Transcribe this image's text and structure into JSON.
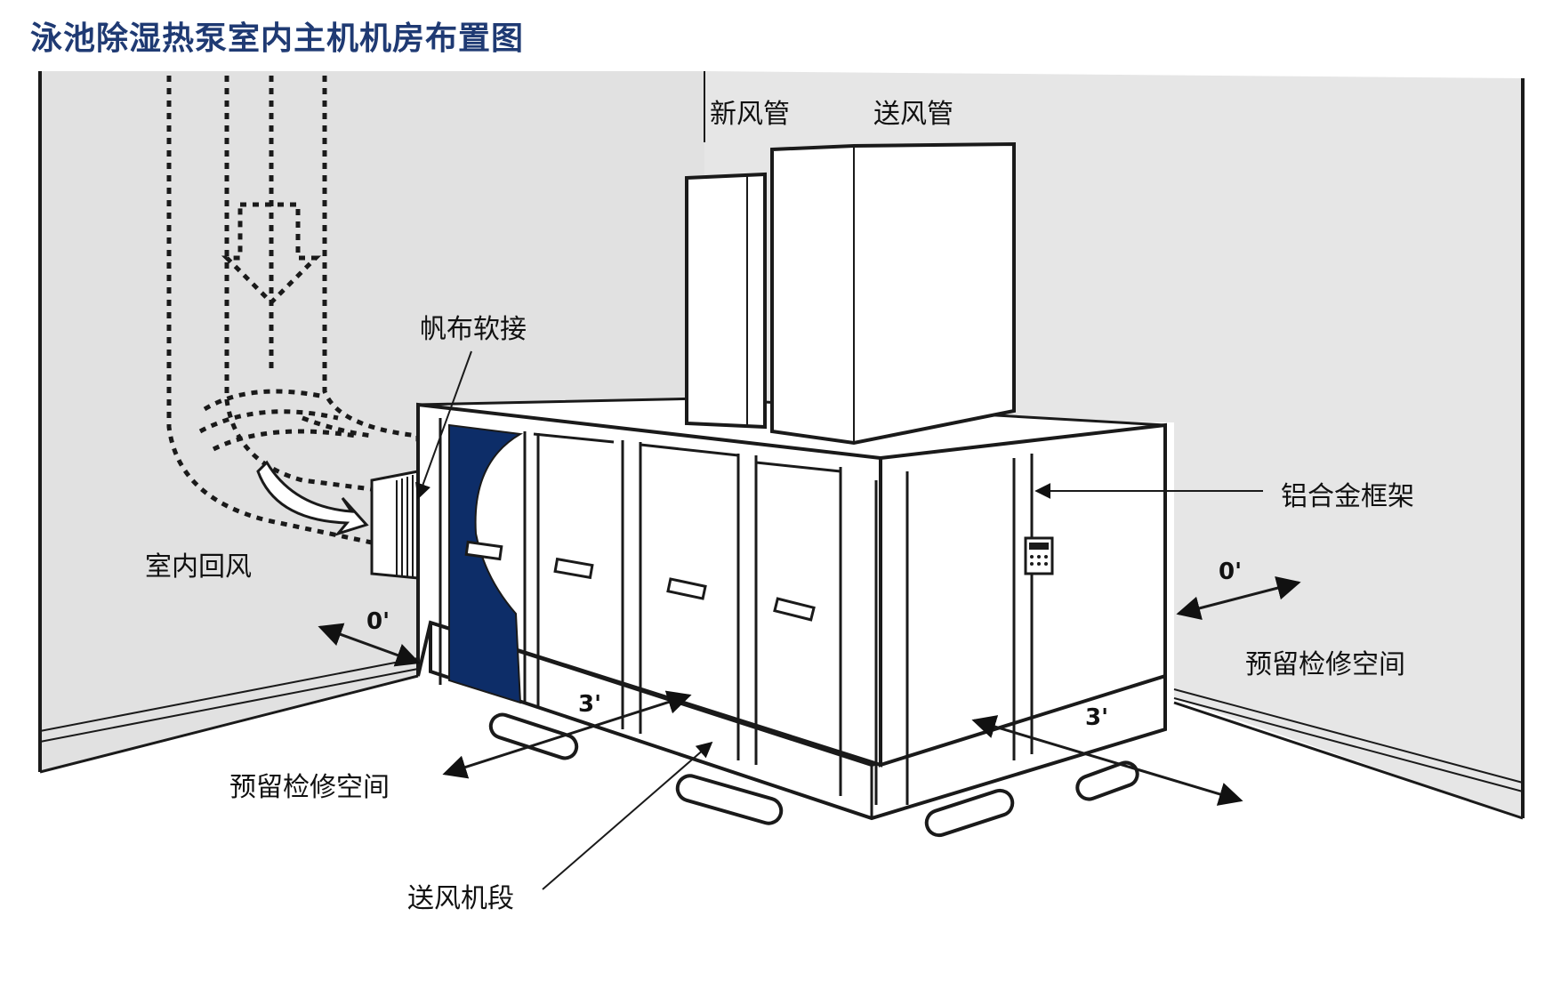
{
  "title": "泳池除湿热泵室内主机机房布置图",
  "labels": {
    "fresh_air_duct": "新风管",
    "supply_air_duct": "送风管",
    "canvas_joint": "帆布软接",
    "indoor_return_air": "室内回风",
    "aluminum_frame": "铝合金框架",
    "service_space_left": "预留检修空间",
    "service_space_right": "预留检修空间",
    "supply_fan_section": "送风机段"
  },
  "dimensions": {
    "left_clearance": "0'",
    "right_clearance": "0'",
    "front_clearance": "3'",
    "side_clearance": "3'"
  },
  "colors": {
    "title": "#1f3a73",
    "wall": "#e1e1e1",
    "panel_blue": "#0d2d68",
    "line": "#1a1a1a"
  }
}
